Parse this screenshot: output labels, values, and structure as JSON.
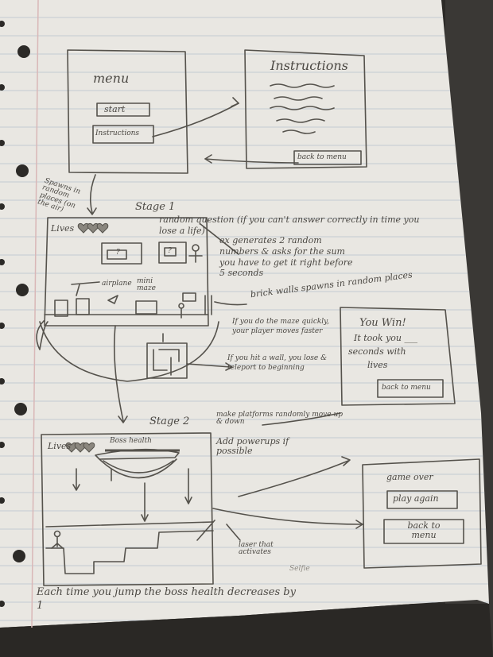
{
  "photo_colors": {
    "paper": "#e9e7e2",
    "pencil": "#4a4742",
    "rule": "#b9c4cf",
    "margin": "#d9b7b7",
    "background": "#2c2a27"
  },
  "menu": {
    "title": "menu",
    "start": "start",
    "instructions": "Instructions"
  },
  "instructions_screen": {
    "title": "Instructions",
    "back": "back to menu"
  },
  "stage1": {
    "title": "Stage 1",
    "spawn_note": "Spawns in random places (on the air)",
    "lives": "Lives",
    "random_question": "random question (if you can't answer correctly in time you lose a life)",
    "example_note": "ex generates 2 random numbers & asks for the sum you have to get it right before 5 seconds",
    "airplane": "airplane",
    "mini_maze": "mini maze",
    "brick_wall_note": "brick walls spawns in random places",
    "maze_note": "If you do the maze quickly, your player moves faster",
    "wall_note": "If you hit a wall, you lose & teleport to beginning",
    "bubble_qmark": "?",
    "bubble_sign": "?"
  },
  "win_screen": {
    "title": "You Win!",
    "line1": "It took you ___",
    "line2": "seconds with",
    "line3": "lives",
    "back": "back to menu"
  },
  "stage2": {
    "title": "Stage 2",
    "lives": "Lives",
    "boss_health": "Boss health",
    "platform_note": "make platforms randomly move up & down",
    "powerups_note": "Add powerups if possible",
    "laser_note": "laser that activates",
    "jump_note": "Each time you jump the boss health decreases by 1"
  },
  "game_over": {
    "title": "game over",
    "play_again": "play again",
    "back": "back to menu"
  },
  "watermark": "Selfie"
}
